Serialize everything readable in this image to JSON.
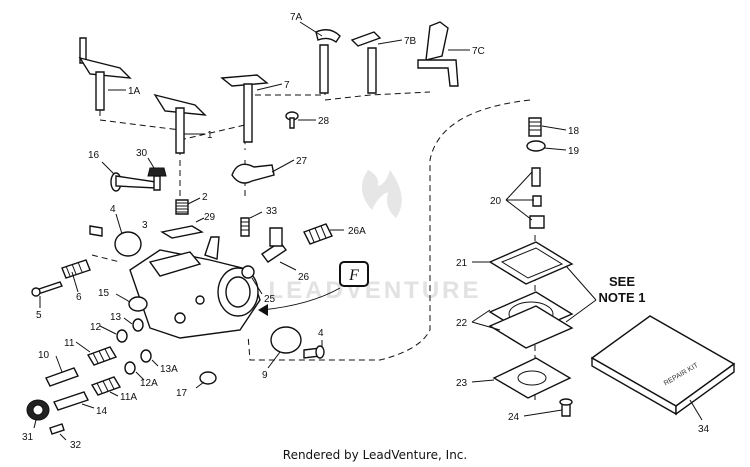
{
  "footer": {
    "text": "Rendered by LeadVenture, Inc."
  },
  "watermark": {
    "text": "LEADVENTURE"
  },
  "note": {
    "line1": "SEE",
    "line2": "NOTE 1"
  },
  "callout": {
    "letter": "F"
  },
  "parts": [
    {
      "key": "p1A",
      "label": "1A"
    },
    {
      "key": "p1",
      "label": "1"
    },
    {
      "key": "p7",
      "label": "7"
    },
    {
      "key": "p7A",
      "label": "7A"
    },
    {
      "key": "p7B",
      "label": "7B"
    },
    {
      "key": "p7C",
      "label": "7C"
    },
    {
      "key": "p28",
      "label": "28"
    },
    {
      "key": "p16",
      "label": "16"
    },
    {
      "key": "p30",
      "label": "30"
    },
    {
      "key": "p27",
      "label": "27"
    },
    {
      "key": "p2",
      "label": "2"
    },
    {
      "key": "p29",
      "label": "29"
    },
    {
      "key": "p33",
      "label": "33"
    },
    {
      "key": "p4a",
      "label": "4"
    },
    {
      "key": "p3",
      "label": "3"
    },
    {
      "key": "p26A",
      "label": "26A"
    },
    {
      "key": "p26",
      "label": "26"
    },
    {
      "key": "p25",
      "label": "25"
    },
    {
      "key": "p6",
      "label": "6"
    },
    {
      "key": "p5",
      "label": "5"
    },
    {
      "key": "p15",
      "label": "15"
    },
    {
      "key": "p12",
      "label": "12"
    },
    {
      "key": "p13",
      "label": "13"
    },
    {
      "key": "p11",
      "label": "11"
    },
    {
      "key": "p10",
      "label": "10"
    },
    {
      "key": "p12A",
      "label": "12A"
    },
    {
      "key": "p13A",
      "label": "13A"
    },
    {
      "key": "p11A",
      "label": "11A"
    },
    {
      "key": "p14",
      "label": "14"
    },
    {
      "key": "p17",
      "label": "17"
    },
    {
      "key": "p9",
      "label": "9"
    },
    {
      "key": "p4b",
      "label": "4"
    },
    {
      "key": "p31",
      "label": "31"
    },
    {
      "key": "p32",
      "label": "32"
    },
    {
      "key": "p18",
      "label": "18"
    },
    {
      "key": "p19",
      "label": "19"
    },
    {
      "key": "p20",
      "label": "20"
    },
    {
      "key": "p21",
      "label": "21"
    },
    {
      "key": "p22",
      "label": "22"
    },
    {
      "key": "p23",
      "label": "23"
    },
    {
      "key": "p24",
      "label": "24"
    },
    {
      "key": "p34",
      "label": "34"
    }
  ],
  "kit": {
    "label": "REPAIR KIT"
  }
}
